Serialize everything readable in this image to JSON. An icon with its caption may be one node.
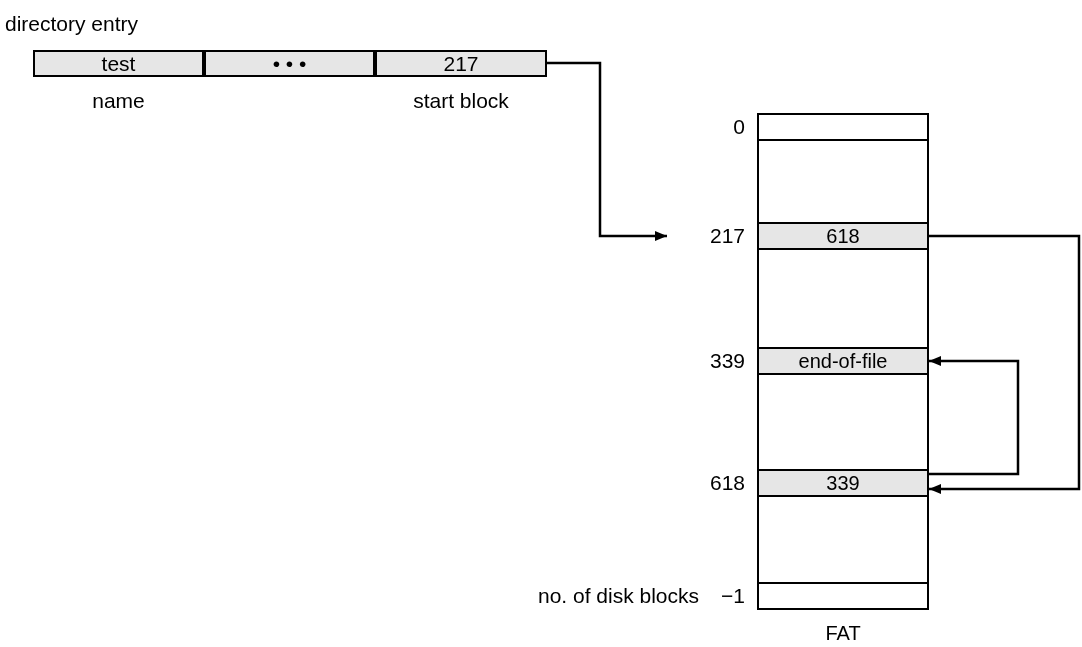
{
  "diagram": {
    "nodes": [
      {
        "text": [
          "directory entry"
        ]
      },
      {
        "text": [
          "test"
        ],
        "in": 0,
        "beside": [
          "name"
        ]
      },
      {
        "text": [
          "• • •"
        ],
        "in": 0
      },
      {
        "text": [
          "217"
        ],
        "in": 0,
        "beside": [
          "start block"
        ]
      },
      {
        "text": [
          "FAT"
        ]
      },
      {
        "text": [],
        "shape": "box",
        "in": 4,
        "beside": [
          "0"
        ]
      },
      {
        "text": [
          "618"
        ],
        "in": 4,
        "beside": [
          "217"
        ]
      },
      {
        "text": [
          "end-of-file"
        ],
        "in": 4,
        "beside": [
          "339"
        ]
      },
      {
        "text": [
          "339"
        ],
        "in": 4,
        "beside": [
          "618"
        ]
      },
      {
        "text": [],
        "shape": "box",
        "in": 4,
        "beside": [
          "no. of disk blocks",
          "−1"
        ]
      }
    ],
    "edges": [
      {
        "from": 3,
        "to": 6,
        "arrow": "to"
      },
      {
        "from": 6,
        "to": 8,
        "arrow": "to"
      },
      {
        "from": 8,
        "to": 7,
        "arrow": "to"
      }
    ]
  }
}
